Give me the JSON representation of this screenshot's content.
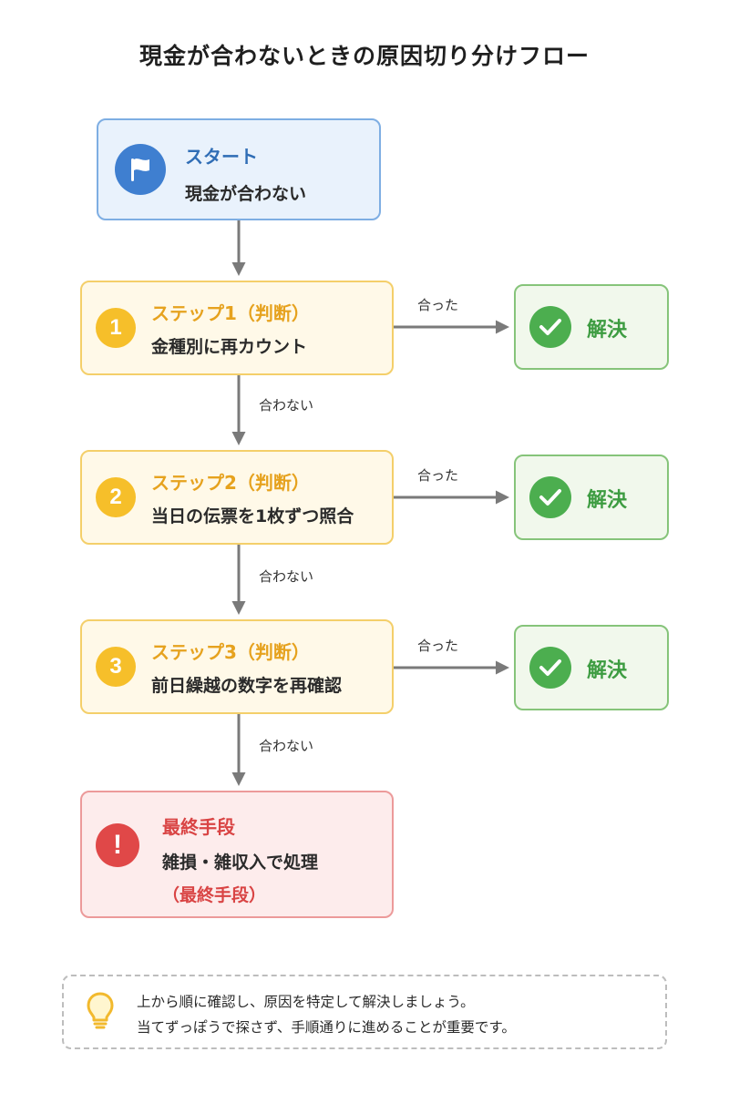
{
  "title": "現金が合わないときの原因切り分けフロー",
  "start": {
    "icon": "flag-icon",
    "label": "スタート",
    "text": "現金が合わない"
  },
  "steps": [
    {
      "number": "1",
      "label": "ステップ1（判断）",
      "text": "金種別に再カウント"
    },
    {
      "number": "2",
      "label": "ステップ2（判断）",
      "text": "当日の伝票を1枚ずつ照合"
    },
    {
      "number": "3",
      "label": "ステップ3（判断）",
      "text": "前日繰越の数字を再確認"
    }
  ],
  "result": {
    "icon": "check-icon",
    "label": "解決"
  },
  "edges": {
    "match_label": "合った",
    "mismatch_label": "合わない"
  },
  "final": {
    "icon": "exclamation-icon",
    "badge_text": "!",
    "label": "最終手段",
    "text": "雑損・雑収入で処理",
    "note": "（最終手段）"
  },
  "tip": {
    "icon": "lightbulb-icon",
    "lines": [
      "上から順に確認し、原因を特定して解決しましょう。",
      "当てずっぽうで探さず、手順通りに進めることが重要です。"
    ]
  },
  "colors": {
    "start": "#3f7fd0",
    "step": "#f6bf2a",
    "resolved": "#4cae4f",
    "final": "#e04848",
    "arrow": "#7a7a7a"
  }
}
